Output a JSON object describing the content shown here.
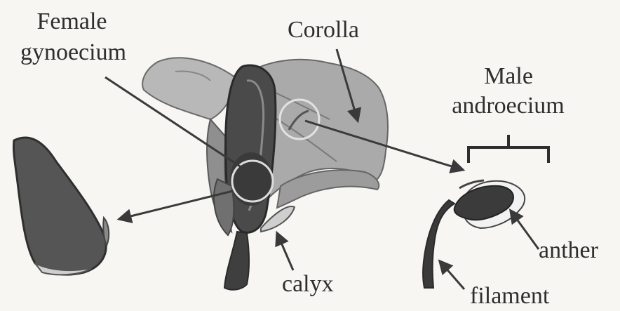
{
  "labels": {
    "female_line1": "Female",
    "female_line2": "gynoecium",
    "corolla": "Corolla",
    "male_line1": "Male",
    "male_line2": "androecium",
    "anther": "anther",
    "calyx": "calyx",
    "filament": "filament"
  },
  "colors": {
    "background": "#f7f6f3",
    "petal": "#a9a9a9",
    "dark": "#3d3d3d",
    "text": "#2e2e2e"
  }
}
